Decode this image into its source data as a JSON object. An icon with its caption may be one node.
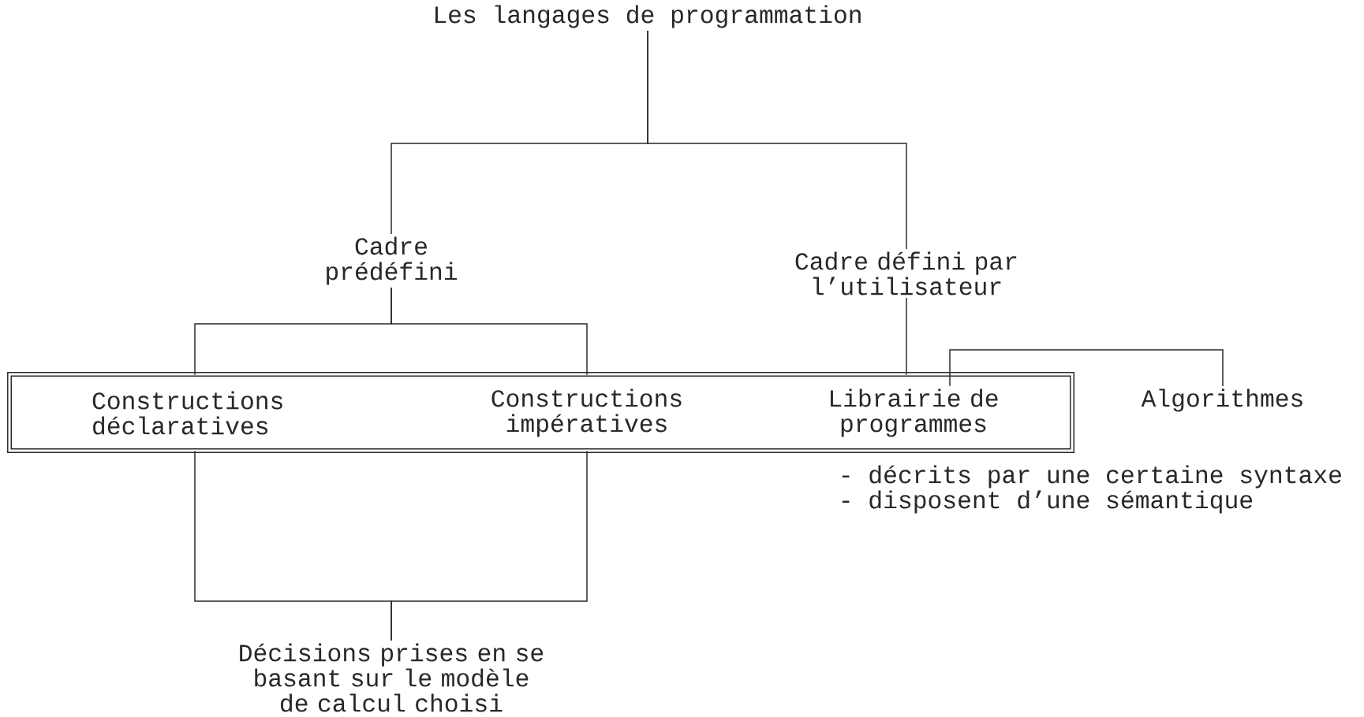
{
  "diagram": {
    "nodes": [
      {
        "text": [
          "Les langages de programmation"
        ]
      },
      {
        "text": [
          "Cadre prédéfini"
        ]
      },
      {
        "text": [
          "Cadre défini par l’utilisateur"
        ]
      },
      {
        "text": [],
        "shape": "box"
      },
      {
        "text": [
          "Constructions déclaratives"
        ],
        "in": 3
      },
      {
        "text": [
          "Constructions impératives"
        ],
        "in": 3
      },
      {
        "text": [
          "Librairie de programmes"
        ],
        "in": 3
      },
      {
        "text": [
          "Algorithmes"
        ]
      },
      {
        "text": [
          "Décisions prises en se basant sur le modèle de calcul choisi"
        ]
      }
    ],
    "edges": [
      {
        "from": 0,
        "to": 1,
        "arrow": "none"
      },
      {
        "from": 0,
        "to": 2,
        "arrow": "none"
      },
      {
        "from": 1,
        "to": 4,
        "arrow": "none"
      },
      {
        "from": 1,
        "to": 5,
        "arrow": "none"
      },
      {
        "from": 2,
        "to": 6,
        "arrow": "none"
      },
      {
        "from": 6,
        "to": 7,
        "arrow": "none"
      },
      {
        "from": 4,
        "to": 8,
        "arrow": "none"
      },
      {
        "from": 5,
        "to": 8,
        "arrow": "none"
      }
    ],
    "labels": [
      "- décrits par une certaine syntaxe",
      "- disposent d’une sémantique"
    ]
  }
}
